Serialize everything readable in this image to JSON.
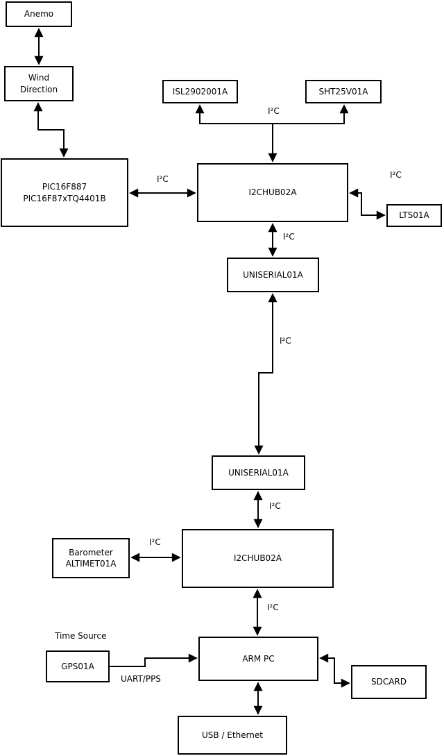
{
  "diagram": {
    "type": "block-diagram",
    "colors": {
      "background": "#ffffff",
      "line": "#000000",
      "box_fill": "#ffffff",
      "text": "#000000"
    },
    "nodes": {
      "anemo": {
        "label": "Anemo"
      },
      "wind": {
        "label": "Wind\nDirection"
      },
      "pic": {
        "label": "PIC16F887\nPIC16F87xTQ4401B"
      },
      "isl": {
        "label": "ISL2902001A"
      },
      "sht": {
        "label": "SHT25V01A"
      },
      "hub1": {
        "label": "I2CHUB02A"
      },
      "lts": {
        "label": "LTS01A"
      },
      "uniserial1": {
        "label": "UNISERIAL01A"
      },
      "uniserial2": {
        "label": "UNISERIAL01A"
      },
      "barometer": {
        "label": "Barometer\nALTIMET01A"
      },
      "hub2": {
        "label": "I2CHUB02A"
      },
      "gps": {
        "label": "GPS01A"
      },
      "armpc": {
        "label": "ARM PC"
      },
      "sdcard": {
        "label": "SDCARD"
      },
      "usb": {
        "label": "USB / Ethernet"
      }
    },
    "edge_labels": {
      "i2c": "I²C",
      "uart_pps": "UART/PPS",
      "time_source": "Time Source"
    }
  }
}
